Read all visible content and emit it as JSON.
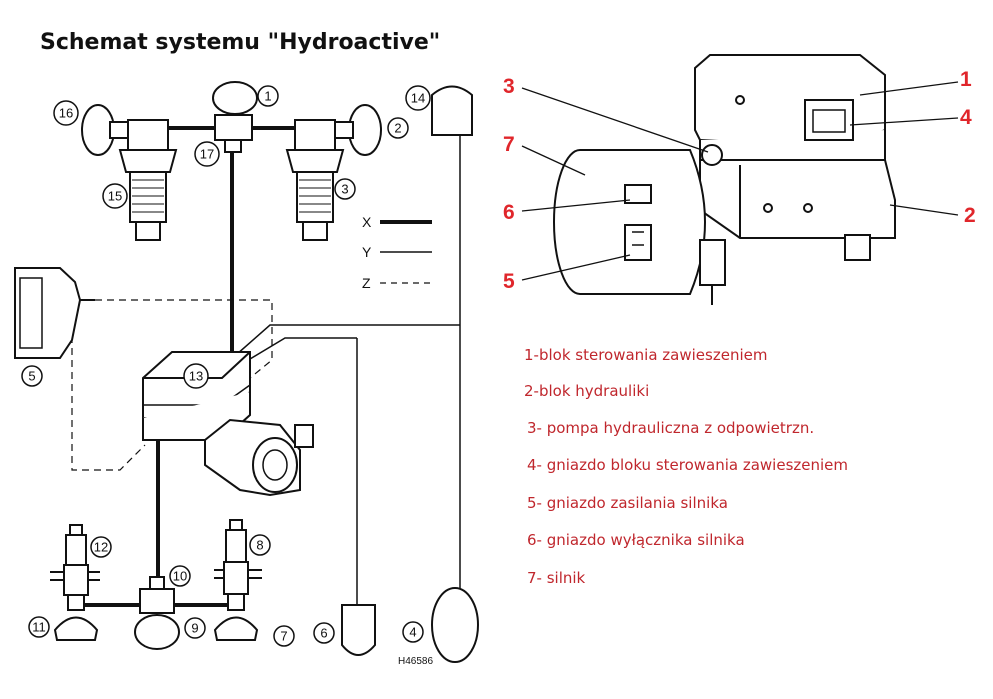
{
  "title": "Schemat systemu \"Hydroactive\"",
  "schematic": {
    "callouts": [
      "1",
      "2",
      "3",
      "4",
      "5",
      "6",
      "7",
      "8",
      "9",
      "10",
      "11",
      "12",
      "13",
      "14",
      "15",
      "16",
      "17"
    ],
    "line_legend": [
      {
        "label": "X",
        "style": "thick"
      },
      {
        "label": "Y",
        "style": "thin"
      },
      {
        "label": "Z",
        "style": "dashed"
      }
    ],
    "figure_code": "H46586"
  },
  "photo_labels": {
    "n1": "1",
    "n2": "2",
    "n3": "3",
    "n4": "4",
    "n5": "5",
    "n6": "6",
    "n7": "7"
  },
  "legend": [
    "1-blok sterowania zawieszeniem",
    "2-blok hydrauliki",
    "3- pompa hydrauliczna z odpowietrzn.",
    "4- gniazdo bloku sterowania zawieszeniem",
    "5- gniazdo zasilania silnika",
    "6- gniazdo wyłącznika silnika",
    "7- silnik"
  ],
  "colors": {
    "label_red": "#e0262b",
    "legend_red": "#c0272d"
  }
}
